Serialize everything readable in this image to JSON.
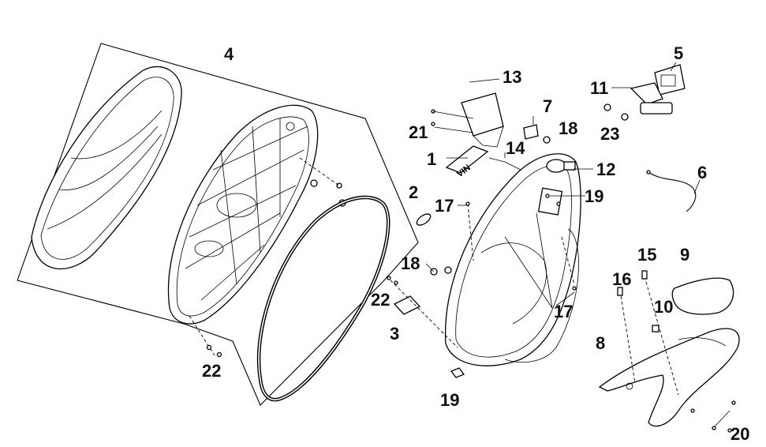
{
  "callouts": [
    {
      "id": "c4",
      "text": "4"
    },
    {
      "id": "c13",
      "text": "13"
    },
    {
      "id": "c21",
      "text": "21"
    },
    {
      "id": "c1",
      "text": "1"
    },
    {
      "id": "c7",
      "text": "7"
    },
    {
      "id": "c18a",
      "text": "18"
    },
    {
      "id": "c14",
      "text": "14"
    },
    {
      "id": "c12",
      "text": "12"
    },
    {
      "id": "c2",
      "text": "2"
    },
    {
      "id": "c17a",
      "text": "17"
    },
    {
      "id": "c19a",
      "text": "19"
    },
    {
      "id": "c5",
      "text": "5"
    },
    {
      "id": "c11",
      "text": "11"
    },
    {
      "id": "c23",
      "text": "23"
    },
    {
      "id": "c6",
      "text": "6"
    },
    {
      "id": "c18b",
      "text": "18"
    },
    {
      "id": "c22a",
      "text": "22"
    },
    {
      "id": "c3",
      "text": "3"
    },
    {
      "id": "c17b",
      "text": "17"
    },
    {
      "id": "c15",
      "text": "15"
    },
    {
      "id": "c9",
      "text": "9"
    },
    {
      "id": "c16",
      "text": "16"
    },
    {
      "id": "c10",
      "text": "10"
    },
    {
      "id": "c8",
      "text": "8"
    },
    {
      "id": "c22b",
      "text": "22"
    },
    {
      "id": "c19b",
      "text": "19"
    },
    {
      "id": "c20",
      "text": "20"
    }
  ],
  "vin_plate_text": "VIN"
}
